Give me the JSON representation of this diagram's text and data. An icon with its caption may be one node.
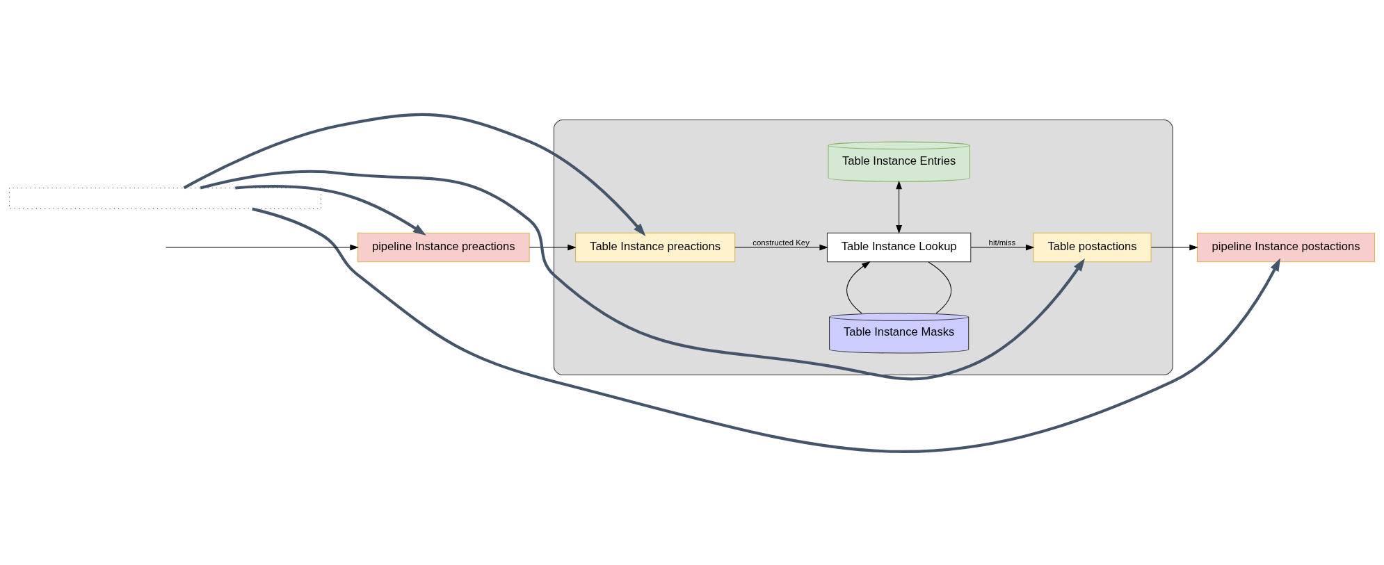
{
  "diagram": {
    "nodes": [
      {
        "text": [],
        "shape": "box"
      },
      {
        "text": [
          "pipeline Instance preactions"
        ]
      },
      {
        "text": [
          "Table Instance Entries"
        ],
        "in": 0
      },
      {
        "text": [
          "Table Instance preactions"
        ],
        "in": 0
      },
      {
        "text": [
          "Table Instance Lookup"
        ],
        "in": 0
      },
      {
        "text": [
          "Table postactions"
        ],
        "in": 0
      },
      {
        "text": [
          "pipeline Instance postactions"
        ]
      },
      {
        "text": [
          "Table Instance Masks"
        ],
        "in": 0
      },
      {
        "text": [],
        "shape": "box"
      }
    ],
    "edges": [
      {
        "from": null,
        "to": 1,
        "arrow": "to"
      },
      {
        "from": 1,
        "to": 3,
        "arrow": "to"
      },
      {
        "from": 3,
        "to": 4,
        "arrow": "to",
        "label": "constructed Key"
      },
      {
        "from": 4,
        "to": 5,
        "arrow": "to",
        "label": "hit/miss"
      },
      {
        "from": 4,
        "to": 2,
        "arrow": "both"
      },
      {
        "from": 4,
        "to": 7,
        "arrow": "none"
      },
      {
        "from": 7,
        "to": 4,
        "arrow": "to"
      },
      {
        "from": 5,
        "to": 6,
        "arrow": "to"
      },
      {
        "from": 8,
        "to": 1,
        "arrow": "to",
        "style": "thick",
        "color": "#44546a"
      },
      {
        "from": 8,
        "to": 3,
        "arrow": "to",
        "style": "thick",
        "color": "#44546a"
      },
      {
        "from": 8,
        "to": 5,
        "arrow": "to",
        "style": "thick",
        "color": "#44546a"
      },
      {
        "from": 8,
        "to": 6,
        "arrow": "to",
        "style": "thick",
        "color": "#44546a"
      }
    ]
  }
}
